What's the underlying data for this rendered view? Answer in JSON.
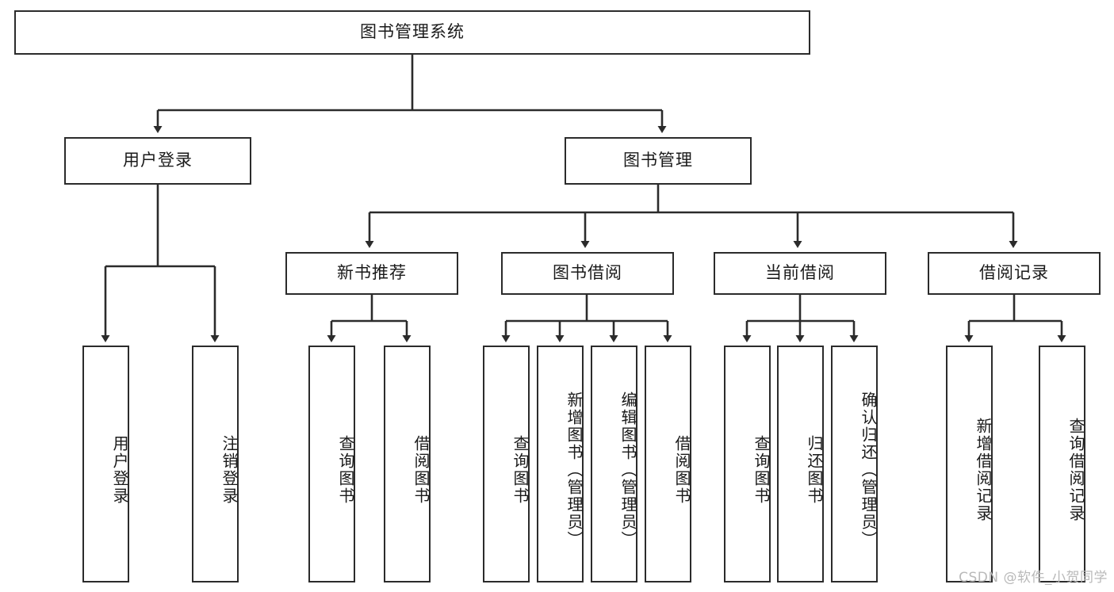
{
  "diagram": {
    "title": "图书管理系统",
    "type": "function-hierarchy-tree",
    "watermark": "CSDN @软件_小贺同学",
    "colors": {
      "stroke": "#2b2b2b",
      "fill": "#ffffff",
      "text": "#1a1a1a",
      "watermark": "#b9b9b9"
    },
    "nodes": {
      "root": {
        "label": "图书管理系统"
      },
      "level2": [
        {
          "id": "user-login",
          "label": "用户登录"
        },
        {
          "id": "book-management",
          "label": "图书管理"
        }
      ],
      "level3": [
        {
          "id": "new-book-recommend",
          "label": "新书推荐"
        },
        {
          "id": "book-borrow",
          "label": "图书借阅"
        },
        {
          "id": "current-borrow",
          "label": "当前借阅"
        },
        {
          "id": "borrow-record",
          "label": "借阅记录"
        }
      ],
      "leaves": {
        "user-login": [
          {
            "id": "leaf-user-login",
            "label": "用户登录"
          },
          {
            "id": "leaf-logout",
            "label": "注销登录"
          }
        ],
        "new-book-recommend": [
          {
            "id": "leaf-query-book-1",
            "label": "查询图书"
          },
          {
            "id": "leaf-borrow-book-1",
            "label": "借阅图书"
          }
        ],
        "book-borrow": [
          {
            "id": "leaf-query-book-2",
            "label": "查询图书"
          },
          {
            "id": "leaf-add-book",
            "label": "新增图书（管理员）"
          },
          {
            "id": "leaf-edit-book",
            "label": "编辑图书（管理员）"
          },
          {
            "id": "leaf-borrow-book-2",
            "label": "借阅图书"
          }
        ],
        "current-borrow": [
          {
            "id": "leaf-query-book-3",
            "label": "查询图书"
          },
          {
            "id": "leaf-return-book",
            "label": "归还图书"
          },
          {
            "id": "leaf-confirm-return",
            "label": "确认归还（管理员）"
          }
        ],
        "borrow-record": [
          {
            "id": "leaf-add-record",
            "label": "新增借阅记录"
          },
          {
            "id": "leaf-query-record",
            "label": "查询借阅记录"
          }
        ]
      }
    }
  }
}
